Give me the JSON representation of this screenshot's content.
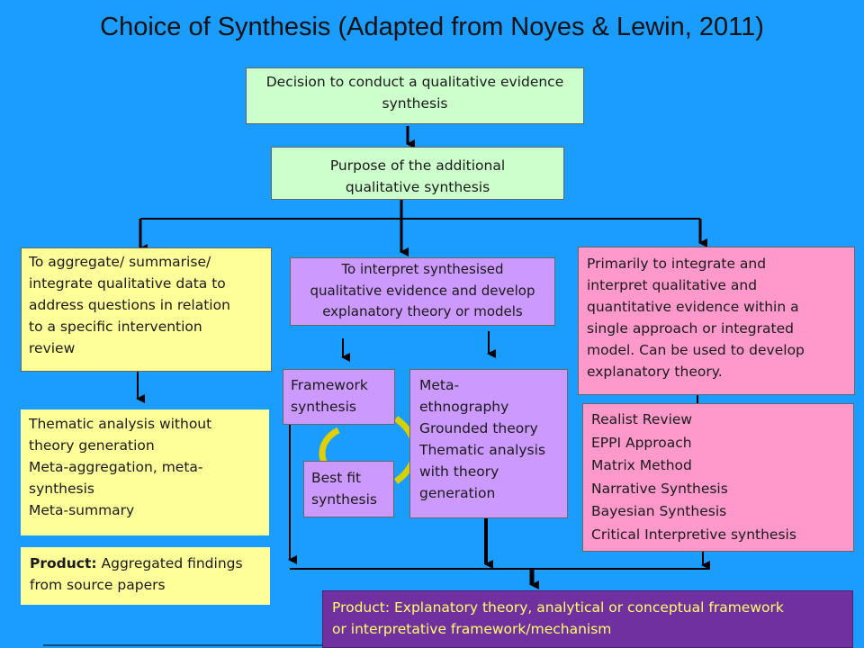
{
  "title": "Choice of Synthesis (Adapted from Noyes & Lewin, 2011)",
  "boxes": {
    "decision": {
      "lines": [
        "Decision to conduct a qualitative evidence",
        "synthesis"
      ]
    },
    "purpose": {
      "lines": [
        "Purpose of the additional",
        "qualitative synthesis"
      ]
    },
    "aggregate": {
      "lines": [
        "To aggregate/ summarise/",
        "integrate qualitative data to",
        "address questions in relation",
        "to a specific intervention",
        "review"
      ]
    },
    "interpret": {
      "lines": [
        "To interpret synthesised",
        "qualitative evidence and develop",
        "explanatory theory or models"
      ]
    },
    "integrate": {
      "lines": [
        "Primarily to integrate and",
        "interpret qualitative and",
        "quantitative evidence within a",
        "single approach or integrated",
        "model. Can be used to develop",
        "explanatory theory."
      ]
    },
    "thematic": {
      "lines": [
        "Thematic analysis without",
        "theory generation",
        "Meta-aggregation, meta-",
        "synthesis",
        "Meta-summary"
      ]
    },
    "framework": {
      "lines": [
        "Framework",
        "synthesis"
      ]
    },
    "bestfit": {
      "lines": [
        "Best fit",
        "synthesis"
      ]
    },
    "meta": {
      "lines": [
        "Meta-",
        "ethnography",
        "Grounded theory",
        "Thematic analysis",
        "with theory",
        "generation"
      ]
    },
    "realist": {
      "lines": [
        "Realist Review",
        "EPPI Approach",
        "Matrix Method",
        "Narrative Synthesis",
        "Bayesian Synthesis",
        "Critical Interpretive synthesis"
      ]
    },
    "product_aggregated": {
      "label": "Product:",
      "lines": [
        " Aggregated findings",
        "from source papers"
      ]
    },
    "product_explanatory": {
      "lines": [
        "Product: Explanatory theory, analytical or conceptual framework",
        "or interpretative framework/mechanism"
      ]
    }
  },
  "colors": {
    "background": "#1a9dff",
    "green": "#ccffcc",
    "yellow": "#ffff99",
    "purple": "#cc99ff",
    "pink": "#ff99cc",
    "dark_purple": "#7030a0",
    "loop_arrow": "#e0d000"
  }
}
